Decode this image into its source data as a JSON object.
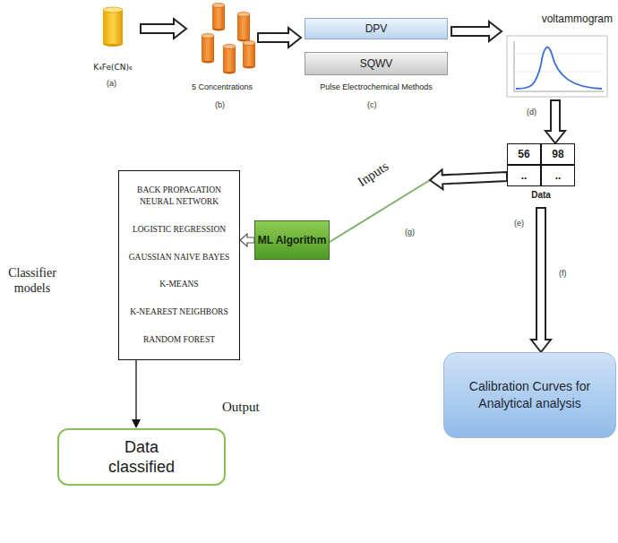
{
  "diagram": {
    "nodes": [
      {
        "text": [
          "K₄Fe(CN)₆"
        ]
      },
      {
        "text": [
          "5 Concentrations"
        ]
      },
      {
        "text": [
          "Pulse Electrochemical Methods"
        ]
      },
      {
        "text": [
          "DPV"
        ],
        "in": 2
      },
      {
        "text": [
          "SQWV"
        ],
        "in": 2
      },
      {
        "text": [
          "voltammogram"
        ]
      },
      {
        "text": [
          "56",
          "98",
          "..",
          "..",
          "Data"
        ]
      },
      {
        "text": [
          "Calibration Curves for Analytical analysis"
        ]
      },
      {
        "text": [
          "ML Algorithm"
        ]
      },
      {
        "text": [
          "BACK PROPAGATION NEURAL NETWORK",
          "LOGISTIC REGRESSION",
          "GAUSSIAN NAIVE BAYES",
          "K-MEANS",
          "K-NEAREST NEIGHBORS",
          "RANDOM FOREST",
          "Classifier models"
        ]
      },
      {
        "text": [
          "Data classified"
        ]
      }
    ],
    "edges": [
      {
        "from": 0,
        "to": 1,
        "arrow": "to"
      },
      {
        "from": 1,
        "to": 2,
        "arrow": "to"
      },
      {
        "from": 2,
        "to": 5,
        "arrow": "to"
      },
      {
        "from": 5,
        "to": 6,
        "arrow": "to"
      },
      {
        "from": 6,
        "to": 7,
        "arrow": "to"
      },
      {
        "from": 6,
        "to": 8,
        "label": "Inputs",
        "arrow": "to"
      },
      {
        "from": 8,
        "to": 9,
        "arrow": "to"
      },
      {
        "from": 9,
        "to": 10,
        "label": "Output",
        "arrow": "to"
      }
    ],
    "labels": [
      "(a)",
      "(b)",
      "(c)",
      "(d)",
      "(e)",
      "(f)",
      "(g)"
    ]
  }
}
